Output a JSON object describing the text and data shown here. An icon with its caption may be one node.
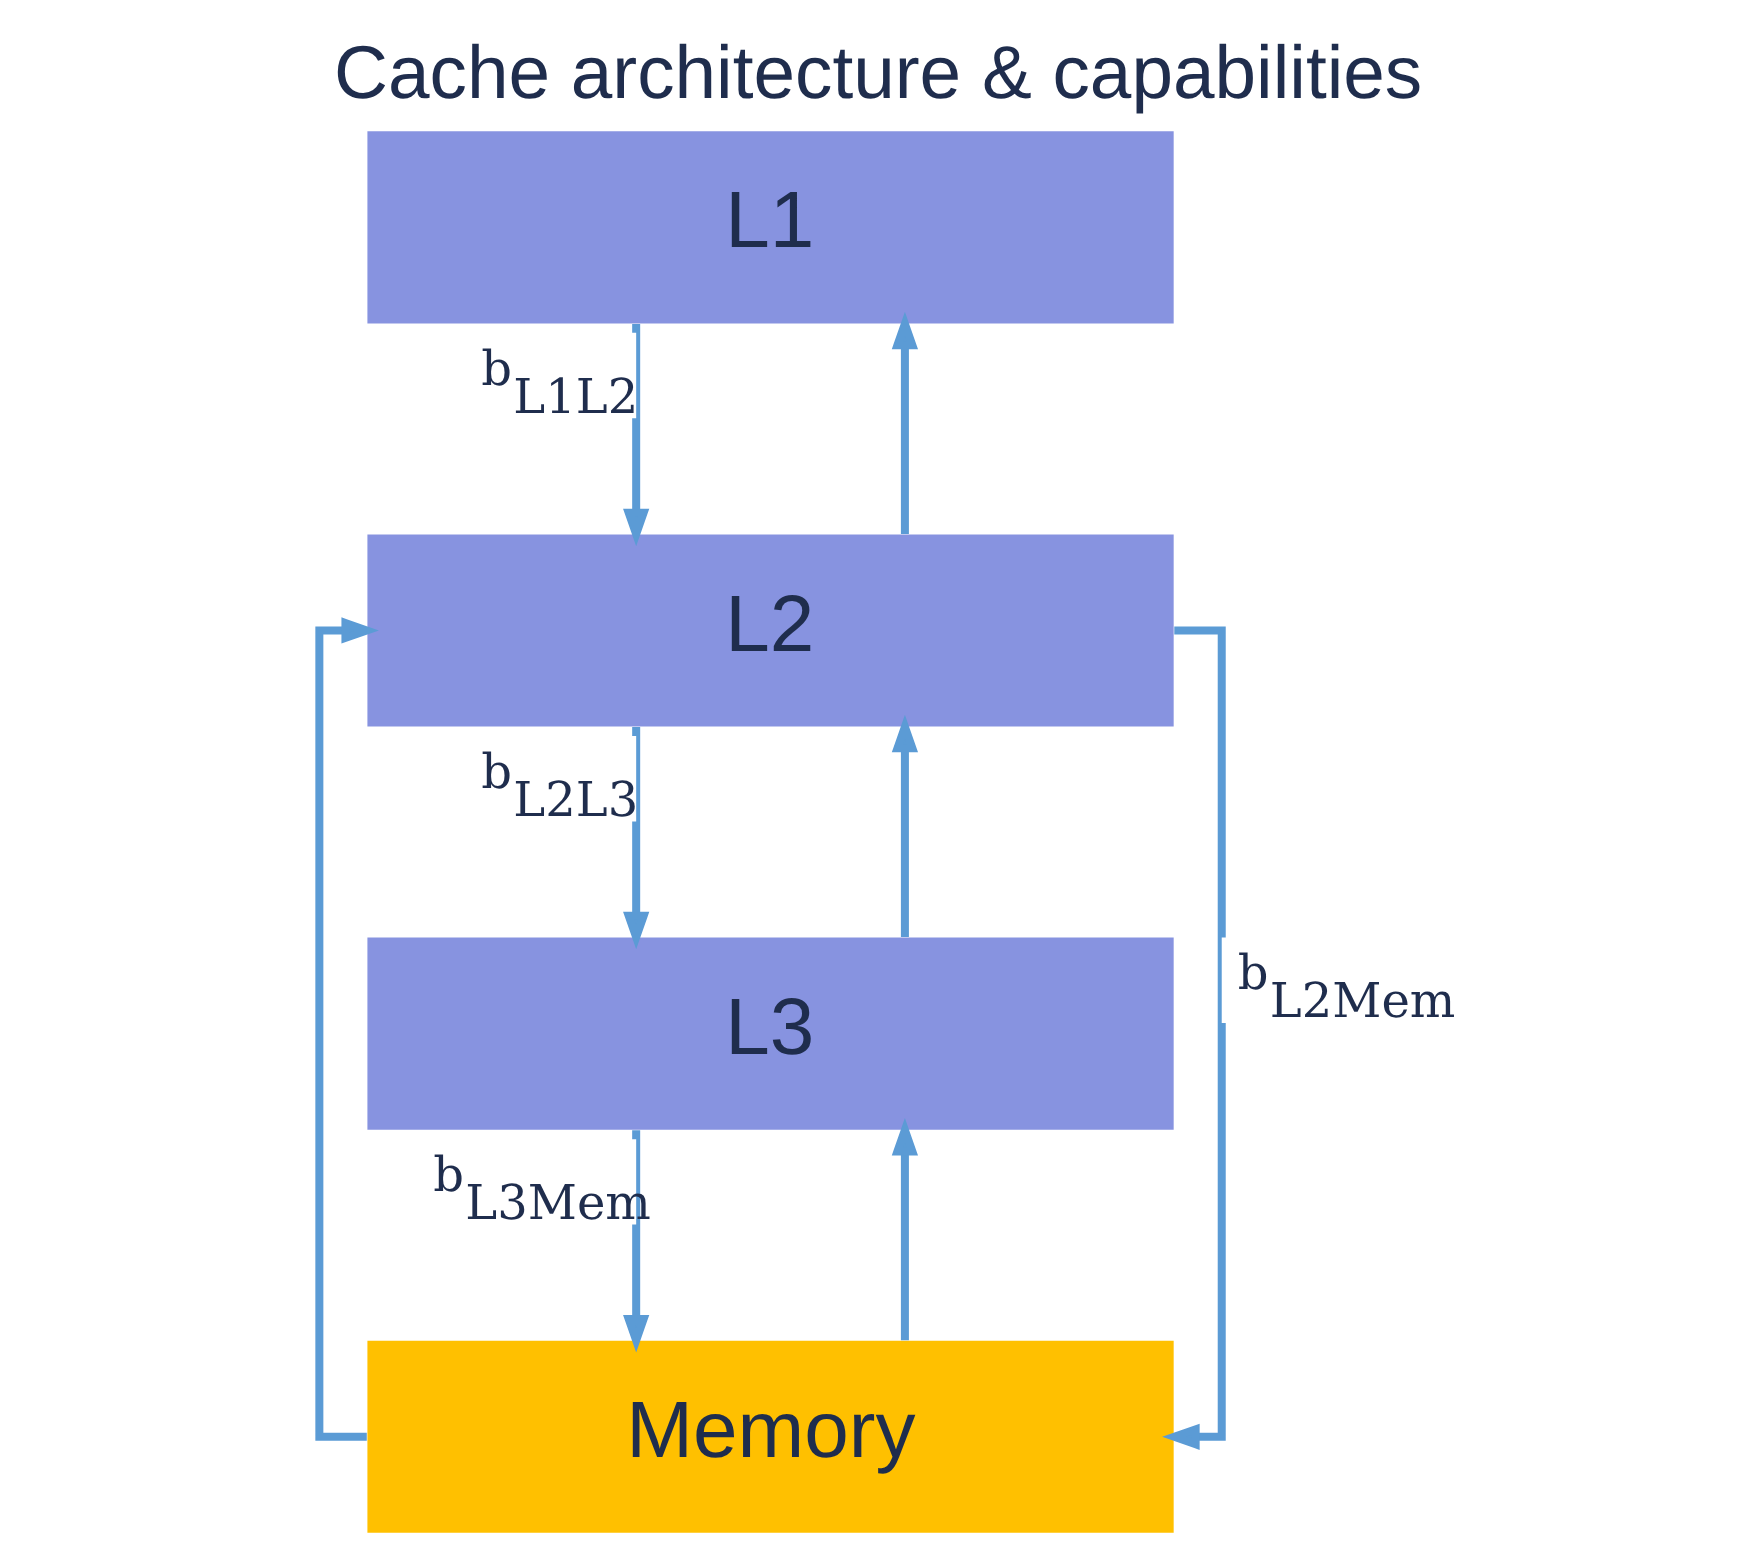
{
  "diagram": {
    "title": "Cache architecture & capabilities",
    "nodes": [
      {
        "text": [
          "L1"
        ]
      },
      {
        "text": [
          "L2"
        ]
      },
      {
        "text": [
          "L3"
        ]
      },
      {
        "text": [
          "Memory"
        ]
      }
    ],
    "edges": [
      {
        "from": 1,
        "to": 0,
        "arrow": "to"
      },
      {
        "from": 0,
        "to": 1,
        "arrow": "to",
        "label": "b$_{L1L2}$"
      },
      {
        "from": 2,
        "to": 1,
        "arrow": "to"
      },
      {
        "from": 1,
        "to": 2,
        "arrow": "to",
        "label": "b$_{L2L3}$"
      },
      {
        "from": 3,
        "to": 2,
        "arrow": "to"
      },
      {
        "from": 2,
        "to": 3,
        "arrow": "to",
        "label": "b$_{L3Mem}$"
      },
      {
        "from": 1,
        "to": 3,
        "arrow": "to",
        "label": "b$_{L2Mem}$"
      },
      {
        "from": 3,
        "to": 1,
        "arrow": "to"
      }
    ]
  }
}
